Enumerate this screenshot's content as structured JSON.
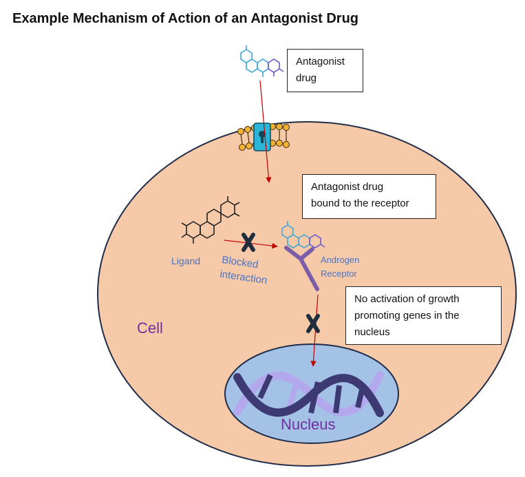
{
  "title": "Example Mechanism of Action of an Antagonist Drug",
  "boxes": {
    "antagonist_line1": "Antagonist",
    "antagonist_line2": "drug",
    "bound_line1": "Antagonist drug",
    "bound_line2": "bound to the receptor",
    "noact_line1": "No activation of growth",
    "noact_line2": "promoting genes in the",
    "noact_line3": "nucleus"
  },
  "labels": {
    "ligand": "Ligand",
    "blocked_line1": "Blocked",
    "blocked_line2": "interaction",
    "receptor_line1": "Androgen",
    "receptor_line2": "Receptor",
    "cell": "Cell",
    "nucleus": "Nucleus"
  },
  "icons": [
    "antagonist-molecule-icon",
    "membrane-channel-icon",
    "ligand-molecule-icon",
    "blocked-x-icon",
    "androgen-receptor-icon",
    "dna-helix-icon"
  ],
  "colors": {
    "cell_fill": "#f6c9a8",
    "cell_border": "#1f2d4a",
    "nucleus_fill": "#a4c1e6",
    "dna_dark": "#3d3a73",
    "dna_light": "#b3a8ee",
    "arrow": "#c00000",
    "molecule_blue": "#3fa7d6",
    "molecule_purple": "#6a5acd",
    "receptor": "#7b5ea7",
    "label_blue": "#4a74c4",
    "label_purple": "#7030a0"
  }
}
